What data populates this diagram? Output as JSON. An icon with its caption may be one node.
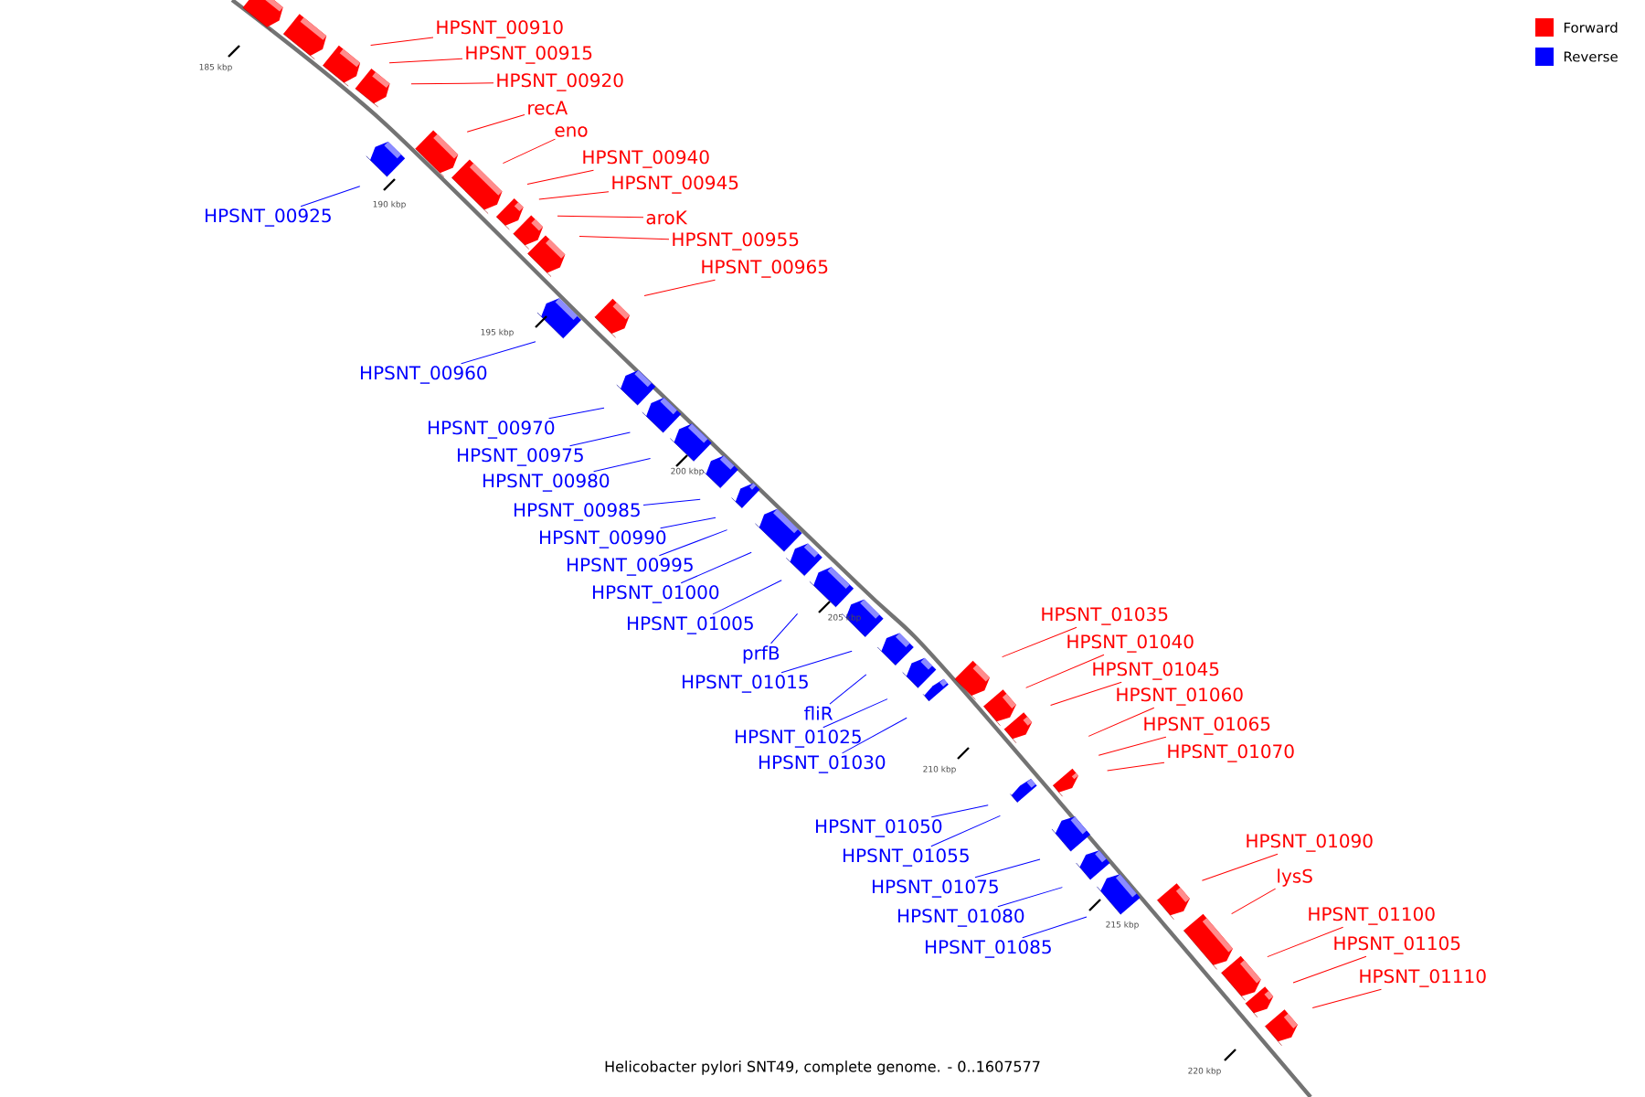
{
  "diagram": {
    "caption": "Helicobacter pylori SNT49, complete genome. - 0..1607577",
    "nodes": [
      {
        "text": [
          "HPSNT_00910"
        ]
      },
      {
        "text": [
          "HPSNT_00915"
        ]
      },
      {
        "text": [
          "HPSNT_00920"
        ]
      },
      {
        "text": [
          "recA"
        ]
      },
      {
        "text": [
          "eno"
        ]
      },
      {
        "text": [
          "HPSNT_00940"
        ]
      },
      {
        "text": [
          "HPSNT_00945"
        ]
      },
      {
        "text": [
          "HPSNT_00925"
        ]
      },
      {
        "text": [
          "aroK"
        ]
      },
      {
        "text": [
          "HPSNT_00955"
        ]
      },
      {
        "text": [
          "HPSNT_00965"
        ]
      },
      {
        "text": [
          "HPSNT_00960"
        ]
      },
      {
        "text": [
          "HPSNT_00970"
        ]
      },
      {
        "text": [
          "HPSNT_00975"
        ]
      },
      {
        "text": [
          "HPSNT_00980"
        ]
      },
      {
        "text": [
          "HPSNT_00985"
        ]
      },
      {
        "text": [
          "HPSNT_00990"
        ]
      },
      {
        "text": [
          "HPSNT_00995"
        ]
      },
      {
        "text": [
          "HPSNT_01000"
        ]
      },
      {
        "text": [
          "HPSNT_01035"
        ]
      },
      {
        "text": [
          "HPSNT_01005"
        ]
      },
      {
        "text": [
          "HPSNT_01040"
        ]
      },
      {
        "text": [
          "prfB"
        ]
      },
      {
        "text": [
          "HPSNT_01045"
        ]
      },
      {
        "text": [
          "HPSNT_01015"
        ]
      },
      {
        "text": [
          "HPSNT_01060"
        ]
      },
      {
        "text": [
          "fliR"
        ]
      },
      {
        "text": [
          "HPSNT_01065"
        ]
      },
      {
        "text": [
          "HPSNT_01025"
        ]
      },
      {
        "text": [
          "HPSNT_01070"
        ]
      },
      {
        "text": [
          "HPSNT_01030"
        ]
      },
      {
        "text": [
          "HPSNT_01050"
        ]
      },
      {
        "text": [
          "HPSNT_01090"
        ]
      },
      {
        "text": [
          "HPSNT_01055"
        ]
      },
      {
        "text": [
          "lysS"
        ]
      },
      {
        "text": [
          "HPSNT_01075"
        ]
      },
      {
        "text": [
          "HPSNT_01100"
        ]
      },
      {
        "text": [
          "HPSNT_01080"
        ]
      },
      {
        "text": [
          "HPSNT_01105"
        ]
      },
      {
        "text": [
          "HPSNT_01085"
        ]
      },
      {
        "text": [
          "HPSNT_01110"
        ]
      }
    ],
    "edges": [
      {
        "from": 0,
        "to": null,
        "arrow": "none"
      },
      {
        "from": 1,
        "to": null,
        "arrow": "none"
      },
      {
        "from": 2,
        "to": null,
        "arrow": "none"
      },
      {
        "from": 3,
        "to": null,
        "arrow": "none"
      },
      {
        "from": 4,
        "to": null,
        "arrow": "none"
      },
      {
        "from": 5,
        "to": null,
        "arrow": "none"
      },
      {
        "from": 6,
        "to": null,
        "arrow": "none"
      },
      {
        "from": 7,
        "to": null,
        "arrow": "none",
        "color": "#0000ff"
      },
      {
        "from": 8,
        "to": null,
        "arrow": "none"
      },
      {
        "from": 9,
        "to": null,
        "arrow": "none"
      },
      {
        "from": 10,
        "to": null,
        "arrow": "none"
      },
      {
        "from": 11,
        "to": null,
        "arrow": "none",
        "color": "#0000ff"
      },
      {
        "from": 12,
        "to": null,
        "arrow": "none",
        "color": "#0000ff"
      },
      {
        "from": 13,
        "to": null,
        "arrow": "none",
        "color": "#0000ff"
      },
      {
        "from": 14,
        "to": null,
        "arrow": "none",
        "color": "#0000ff"
      },
      {
        "from": 15,
        "to": null,
        "arrow": "none",
        "color": "#0000ff"
      },
      {
        "from": 16,
        "to": null,
        "arrow": "none",
        "color": "#0000ff"
      },
      {
        "from": 17,
        "to": null,
        "arrow": "none",
        "color": "#0000ff"
      },
      {
        "from": 18,
        "to": null,
        "arrow": "none",
        "color": "#0000ff"
      },
      {
        "from": 19,
        "to": null,
        "arrow": "none"
      },
      {
        "from": 20,
        "to": null,
        "arrow": "none",
        "color": "#0000ff"
      },
      {
        "from": 21,
        "to": null,
        "arrow": "none"
      },
      {
        "from": 22,
        "to": null,
        "arrow": "none",
        "color": "#0000ff"
      },
      {
        "from": 23,
        "to": null,
        "arrow": "none"
      },
      {
        "from": 24,
        "to": null,
        "arrow": "none",
        "color": "#0000ff"
      },
      {
        "from": 25,
        "to": null,
        "arrow": "none"
      },
      {
        "from": 26,
        "to": null,
        "arrow": "none",
        "color": "#0000ff"
      },
      {
        "from": 27,
        "to": null,
        "arrow": "none"
      },
      {
        "from": 28,
        "to": null,
        "arrow": "none",
        "color": "#0000ff"
      },
      {
        "from": 29,
        "to": null,
        "arrow": "none"
      },
      {
        "from": 30,
        "to": null,
        "arrow": "none",
        "color": "#0000ff"
      },
      {
        "from": 31,
        "to": null,
        "arrow": "none",
        "color": "#0000ff"
      },
      {
        "from": 32,
        "to": null,
        "arrow": "none"
      },
      {
        "from": 33,
        "to": null,
        "arrow": "none",
        "color": "#0000ff"
      },
      {
        "from": 34,
        "to": null,
        "arrow": "none"
      },
      {
        "from": 35,
        "to": null,
        "arrow": "none",
        "color": "#0000ff"
      },
      {
        "from": 36,
        "to": null,
        "arrow": "none"
      },
      {
        "from": 37,
        "to": null,
        "arrow": "none",
        "color": "#0000ff"
      },
      {
        "from": 38,
        "to": null,
        "arrow": "none"
      },
      {
        "from": 39,
        "to": null,
        "arrow": "none",
        "color": "#0000ff"
      },
      {
        "from": 40,
        "to": null,
        "arrow": "none"
      }
    ],
    "labels": [
      "185 kbp",
      "190 kbp",
      "195 kbp",
      "200 kbp",
      "205 kbp",
      "210 kbp",
      "215 kbp",
      "220 kbp"
    ],
    "legend": [
      {
        "text": "Forward",
        "color": "#ff0000"
      },
      {
        "text": "Reverse",
        "color": "#0000ff"
      }
    ]
  }
}
